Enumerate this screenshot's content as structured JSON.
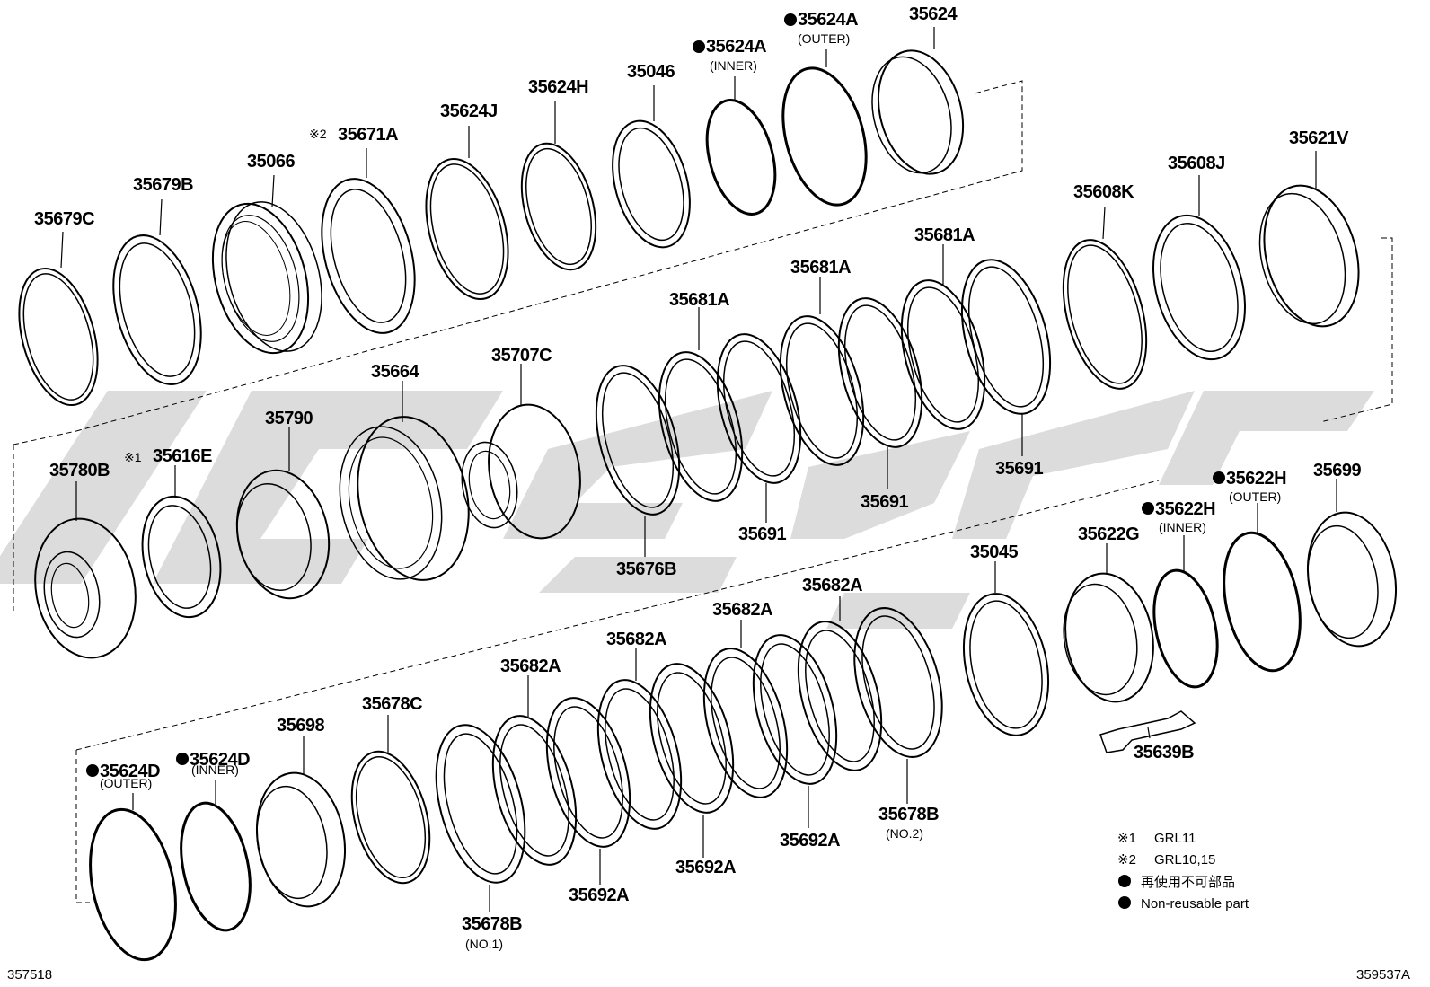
{
  "parts": [
    {
      "number": "35679C"
    },
    {
      "number": "35679B"
    },
    {
      "number": "35066"
    },
    {
      "number": "35671A",
      "prefix": "※2"
    },
    {
      "number": "35624J"
    },
    {
      "number": "35624H"
    },
    {
      "number": "35046"
    },
    {
      "number": "35624A",
      "note": "(INNER)",
      "non_reusable": true
    },
    {
      "number": "35624A",
      "note": "(OUTER)",
      "non_reusable": true
    },
    {
      "number": "35624"
    },
    {
      "number": "35608K"
    },
    {
      "number": "35608J"
    },
    {
      "number": "35621V"
    },
    {
      "number": "35681A"
    },
    {
      "number": "35681A"
    },
    {
      "number": "35681A"
    },
    {
      "number": "35707C"
    },
    {
      "number": "35664"
    },
    {
      "number": "35790"
    },
    {
      "number": "35616E",
      "prefix": "※1"
    },
    {
      "number": "35780B"
    },
    {
      "number": "35676B"
    },
    {
      "number": "35691"
    },
    {
      "number": "35691"
    },
    {
      "number": "35691"
    },
    {
      "number": "35699"
    },
    {
      "number": "35622H",
      "note": "(OUTER)",
      "non_reusable": true
    },
    {
      "number": "35622H",
      "note": "(INNER)",
      "non_reusable": true
    },
    {
      "number": "35622G"
    },
    {
      "number": "35045"
    },
    {
      "number": "35639B"
    },
    {
      "number": "35682A"
    },
    {
      "number": "35682A"
    },
    {
      "number": "35682A"
    },
    {
      "number": "35682A"
    },
    {
      "number": "35678B",
      "note": "(NO.2)"
    },
    {
      "number": "35692A"
    },
    {
      "number": "35692A"
    },
    {
      "number": "35692A"
    },
    {
      "number": "35678C"
    },
    {
      "number": "35698"
    },
    {
      "number": "35624D",
      "note": "(INNER)",
      "non_reusable": true
    },
    {
      "number": "35624D",
      "note": "(OUTER)",
      "non_reusable": true
    },
    {
      "number": "35678B",
      "note": "(NO.1)"
    }
  ],
  "legend": [
    {
      "mark": "※1",
      "text": "GRL11"
    },
    {
      "mark": "※2",
      "text": "GRL10,15"
    },
    {
      "mark": "●",
      "text": "再使用不可部品"
    },
    {
      "mark": "●",
      "text": "Non-reusable part"
    }
  ],
  "footer": {
    "left_code": "357518",
    "right_code": "359537A"
  }
}
